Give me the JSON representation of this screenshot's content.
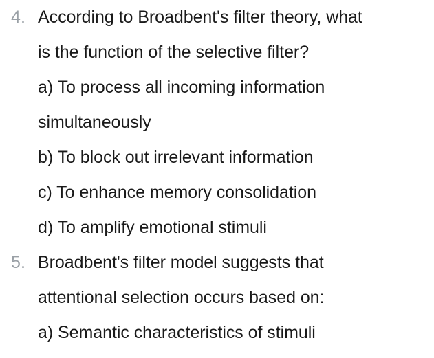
{
  "page": {
    "background_color": "#ffffff",
    "text_color": "#1a1a1a",
    "marker_color": "#9aa0a6"
  },
  "questions": [
    {
      "marker": "4.",
      "text_lines": [
        "According to Broadbent's filter theory, what",
        "is the function of the selective filter?"
      ],
      "options": [
        {
          "lines": [
            "a) To process all incoming information",
            "simultaneously"
          ]
        },
        {
          "lines": [
            "b) To block out irrelevant information"
          ]
        },
        {
          "lines": [
            "c) To enhance memory consolidation"
          ]
        },
        {
          "lines": [
            "d) To amplify emotional stimuli"
          ]
        }
      ]
    },
    {
      "marker": "5.",
      "text_lines": [
        "Broadbent's filter model suggests that",
        "attentional selection occurs based on:"
      ],
      "options": [
        {
          "lines": [
            "a) Semantic characteristics of stimuli"
          ]
        }
      ]
    }
  ]
}
